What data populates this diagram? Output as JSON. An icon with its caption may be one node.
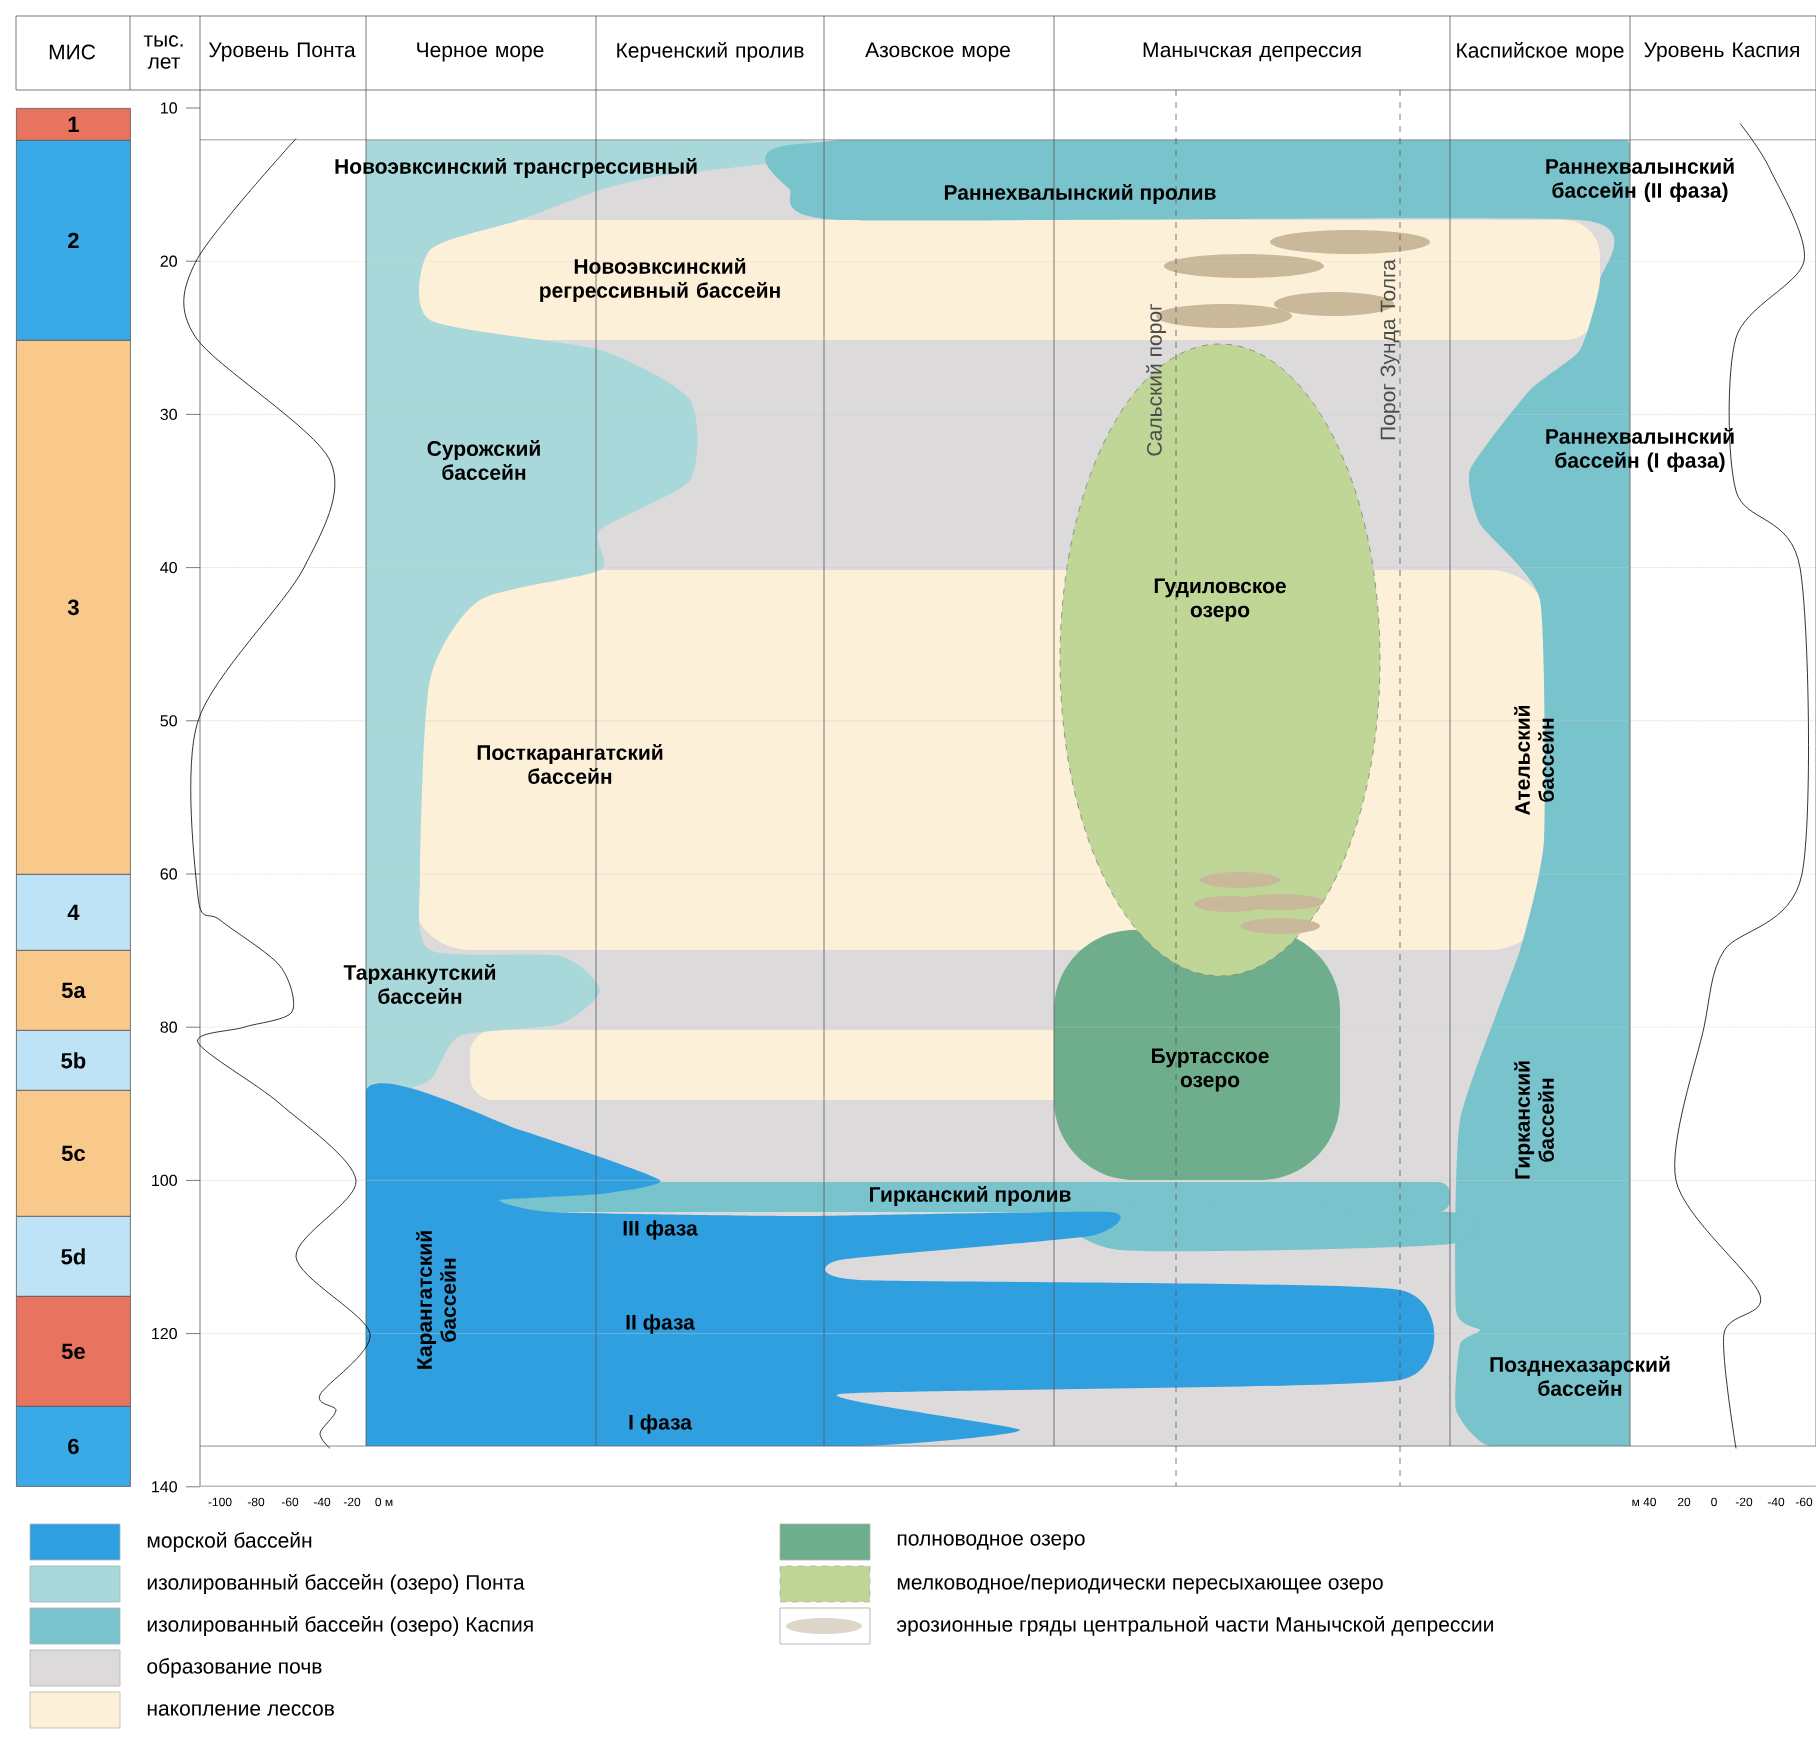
{
  "diagram": {
    "nodes": [
      {
        "text": [
          "1"
        ]
      },
      {
        "text": [
          "2"
        ]
      },
      {
        "text": [
          "3"
        ]
      },
      {
        "text": [
          "4"
        ]
      },
      {
        "text": [
          "5a"
        ]
      },
      {
        "text": [
          "5b"
        ]
      },
      {
        "text": [
          "5c"
        ]
      },
      {
        "text": [
          "5d"
        ]
      },
      {
        "text": [
          "5e"
        ]
      },
      {
        "text": [
          "6"
        ]
      }
    ],
    "labels": [
      "МИС",
      "тыс. лет",
      "Уровень Понта",
      "Черное море",
      "Керченский пролив",
      "Азовское море",
      "Манычская депрессия",
      "Каспийское море",
      "Уровень Каспия",
      "10",
      "20",
      "30",
      "40",
      "50",
      "60",
      "80",
      "100",
      "120",
      "140",
      "Новоэвксинский трансгрессивный",
      "Раннехвалынский пролив",
      "Раннехвалынский бассейн (II фаза)",
      "Новоэвксинский регрессивный бассейн",
      "Сальский порог",
      "Порог Зунда Толга",
      "Сурожский бассейн",
      "Раннехвалынский бассейн (I фаза)",
      "Гудиловское озеро",
      "Посткарангатский бассейн",
      "Ательский бассейн",
      "Тарханкутский бассейн",
      "Буртасское озеро",
      "Гирканский бассейн",
      "Гирканский пролив",
      "III фаза",
      "Карангатский бассейн",
      "II фаза",
      "Позднехазарский бассейн",
      "I фаза",
      "-100",
      "-80",
      "-60",
      "-40",
      "-20",
      "0 м",
      "м 40",
      "20",
      "0",
      "-20",
      "-40",
      "-60"
    ],
    "legend": [
      {
        "text": "морской бассейн",
        "color": "#2f9fe0"
      },
      {
        "text": "изолированный бассейн (озеро) Понта",
        "color": "#a8d8da"
      },
      {
        "text": "изолированный бассейн (озеро) Каспия",
        "color": "#78c3cc"
      },
      {
        "text": "образование почв",
        "color": "#dcdada"
      },
      {
        "text": "накопление лессов",
        "color": "#fdf0d9"
      },
      {
        "text": "полноводное озеро",
        "color": "#6fae8c"
      },
      {
        "text": "мелководное/периодически пересыхающее озеро",
        "color": "#bfd696"
      },
      {
        "text": "эрозионные гряды центральной части Манычской депрессии"
      }
    ]
  }
}
